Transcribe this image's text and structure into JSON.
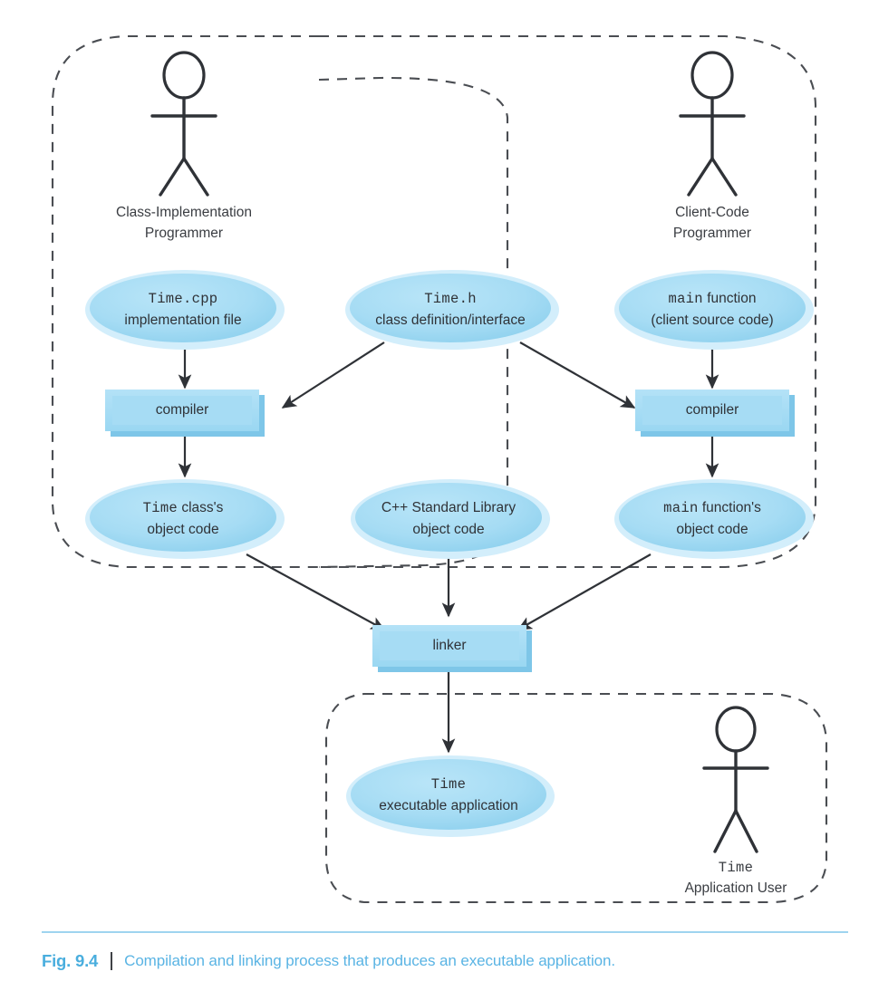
{
  "figure": {
    "number": "Fig. 9.4",
    "separator": "|",
    "caption": "Compilation and linking process that produces an executable application.",
    "accent_color": "#5ab4e4",
    "rule_color": "#9fd4ef"
  },
  "palette": {
    "node_fill": "#aadef5",
    "node_fill_dark": "#8fd3ef",
    "node_halo": "#d6effb",
    "box_fill": "#aadef5",
    "box_bevel": "#cdeefb",
    "box_shadow": "#7ec6e8",
    "boundary_stroke": "#4a4d52",
    "connector_stroke": "#2f3237",
    "text_color": "#2f3237"
  },
  "boundaries": [
    {
      "id": "class-implementation-boundary",
      "label": ""
    },
    {
      "id": "standard-library-boundary",
      "label": ""
    },
    {
      "id": "client-code-boundary",
      "label": ""
    },
    {
      "id": "application-user-boundary",
      "label": ""
    }
  ],
  "actors": [
    {
      "id": "class-implementation-programmer",
      "lines": [
        "Class-Implementation",
        "Programmer"
      ],
      "mono_prefix": ""
    },
    {
      "id": "client-code-programmer",
      "lines": [
        "Client-Code",
        "Programmer"
      ],
      "mono_prefix": ""
    },
    {
      "id": "time-application-user",
      "lines": [
        "Time",
        "Application User"
      ],
      "mono_prefix": "Time"
    }
  ],
  "ellipses": [
    {
      "id": "time-cpp",
      "line1_mono": "Time.cpp",
      "line1_rest": "",
      "line2": "implementation file"
    },
    {
      "id": "time-h",
      "line1_mono": "Time.h",
      "line1_rest": "",
      "line2": "class definition/interface"
    },
    {
      "id": "main-function",
      "line1_mono": "main",
      "line1_rest": " function",
      "line2": "(client source code)"
    },
    {
      "id": "time-class-object-code",
      "line1_mono": "Time",
      "line1_rest": " class's",
      "line2": "object code"
    },
    {
      "id": "cpp-standard-library-object-code",
      "line1_mono": "",
      "line1_rest": "C++ Standard Library",
      "line2": "object code"
    },
    {
      "id": "main-function-object-code",
      "line1_mono": "main",
      "line1_rest": " function's",
      "line2": "object code"
    },
    {
      "id": "time-executable",
      "line1_mono": "Time",
      "line1_rest": "",
      "line2": "executable application"
    }
  ],
  "boxes": [
    {
      "id": "compiler-left",
      "label": "compiler"
    },
    {
      "id": "compiler-right",
      "label": "compiler"
    },
    {
      "id": "linker",
      "label": "linker"
    }
  ],
  "connectors": [
    {
      "from": "time-cpp",
      "to": "compiler-left"
    },
    {
      "from": "time-h",
      "to": "compiler-left"
    },
    {
      "from": "time-h",
      "to": "compiler-right"
    },
    {
      "from": "main-function",
      "to": "compiler-right"
    },
    {
      "from": "compiler-left",
      "to": "time-class-object-code"
    },
    {
      "from": "compiler-right",
      "to": "main-function-object-code"
    },
    {
      "from": "time-class-object-code",
      "to": "linker"
    },
    {
      "from": "cpp-standard-library-object-code",
      "to": "linker"
    },
    {
      "from": "main-function-object-code",
      "to": "linker"
    },
    {
      "from": "linker",
      "to": "time-executable"
    }
  ]
}
